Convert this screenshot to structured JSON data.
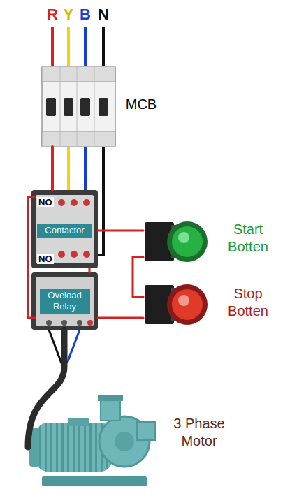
{
  "diagram": {
    "nodes": [
      {
        "text": [
          "MCB"
        ]
      },
      {
        "text": [
          "NO",
          "Contactor",
          "NO"
        ]
      },
      {
        "text": [
          "Oveload Relay"
        ]
      },
      {
        "text": [
          "Start Botten"
        ]
      },
      {
        "text": [
          "Stop Botten"
        ]
      },
      {
        "text": [
          "3 Phase Motor"
        ]
      }
    ],
    "edges": [
      {
        "from": 0,
        "to": 1,
        "arrow": "none"
      },
      {
        "from": 1,
        "to": 2,
        "arrow": "none"
      },
      {
        "from": 1,
        "to": 3,
        "arrow": "none"
      },
      {
        "from": 3,
        "to": 4,
        "arrow": "none"
      },
      {
        "from": 2,
        "to": 4,
        "arrow": "none"
      },
      {
        "from": 2,
        "to": 5,
        "arrow": "none"
      }
    ],
    "labels": [
      "R",
      "Y",
      "B",
      "N"
    ]
  }
}
